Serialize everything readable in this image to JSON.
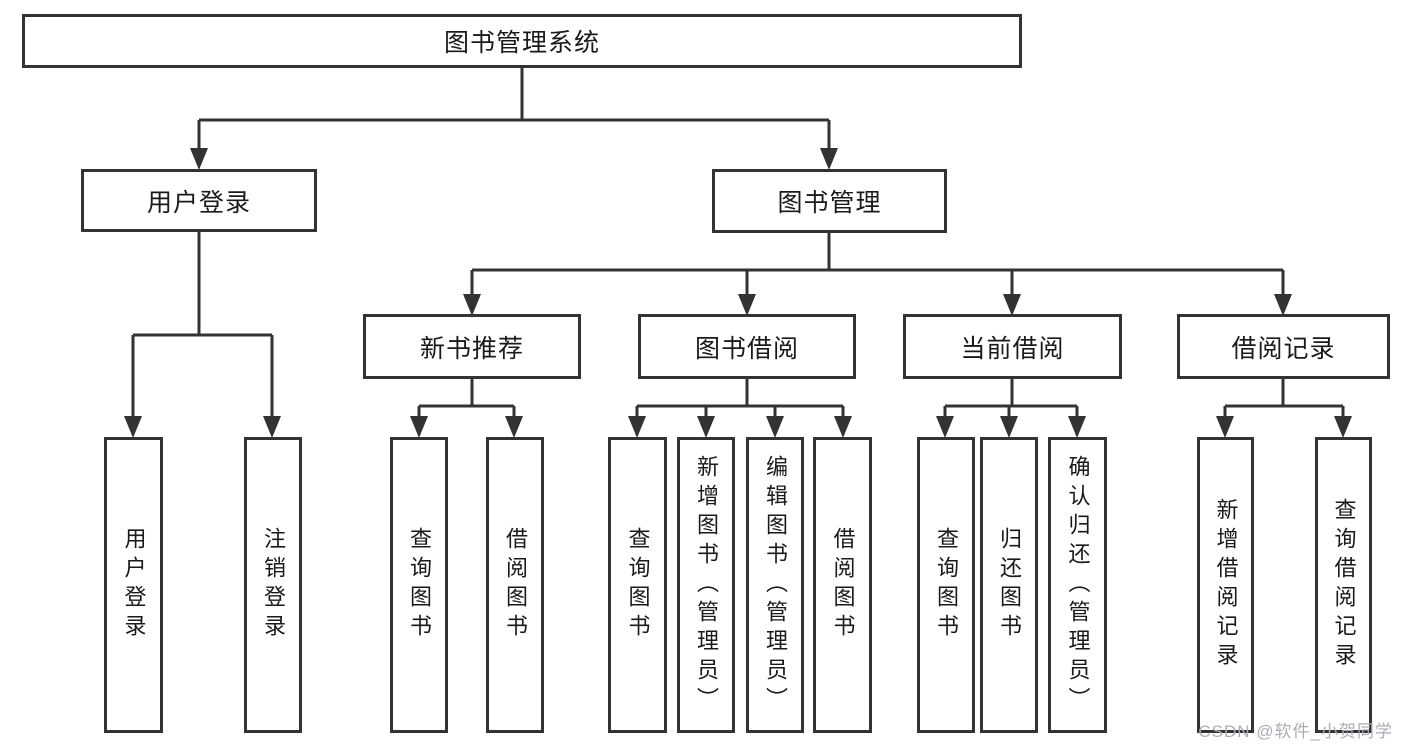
{
  "tree": {
    "root": {
      "label": "图书管理系统"
    },
    "branches": [
      {
        "label": "用户登录",
        "children": [
          "用户登录",
          "注销登录"
        ]
      },
      {
        "label": "图书管理",
        "groups": [
          {
            "label": "新书推荐",
            "children": [
              "查询图书",
              "借阅图书"
            ]
          },
          {
            "label": "图书借阅",
            "children": [
              "查询图书",
              "新增图书（管理员）",
              "编辑图书（管理员）",
              "借阅图书"
            ]
          },
          {
            "label": "当前借阅",
            "children": [
              "查询图书",
              "归还图书",
              "确认归还（管理员）"
            ]
          },
          {
            "label": "借阅记录",
            "children": [
              "新增借阅记录",
              "查询借阅记录"
            ]
          }
        ]
      }
    ]
  },
  "watermark": {
    "text": "CSDN @软件_小贺同学",
    "color": "#a9aeb6"
  },
  "colors": {
    "line": "#333333",
    "text": "#1a1a1a",
    "background": "#ffffff"
  }
}
